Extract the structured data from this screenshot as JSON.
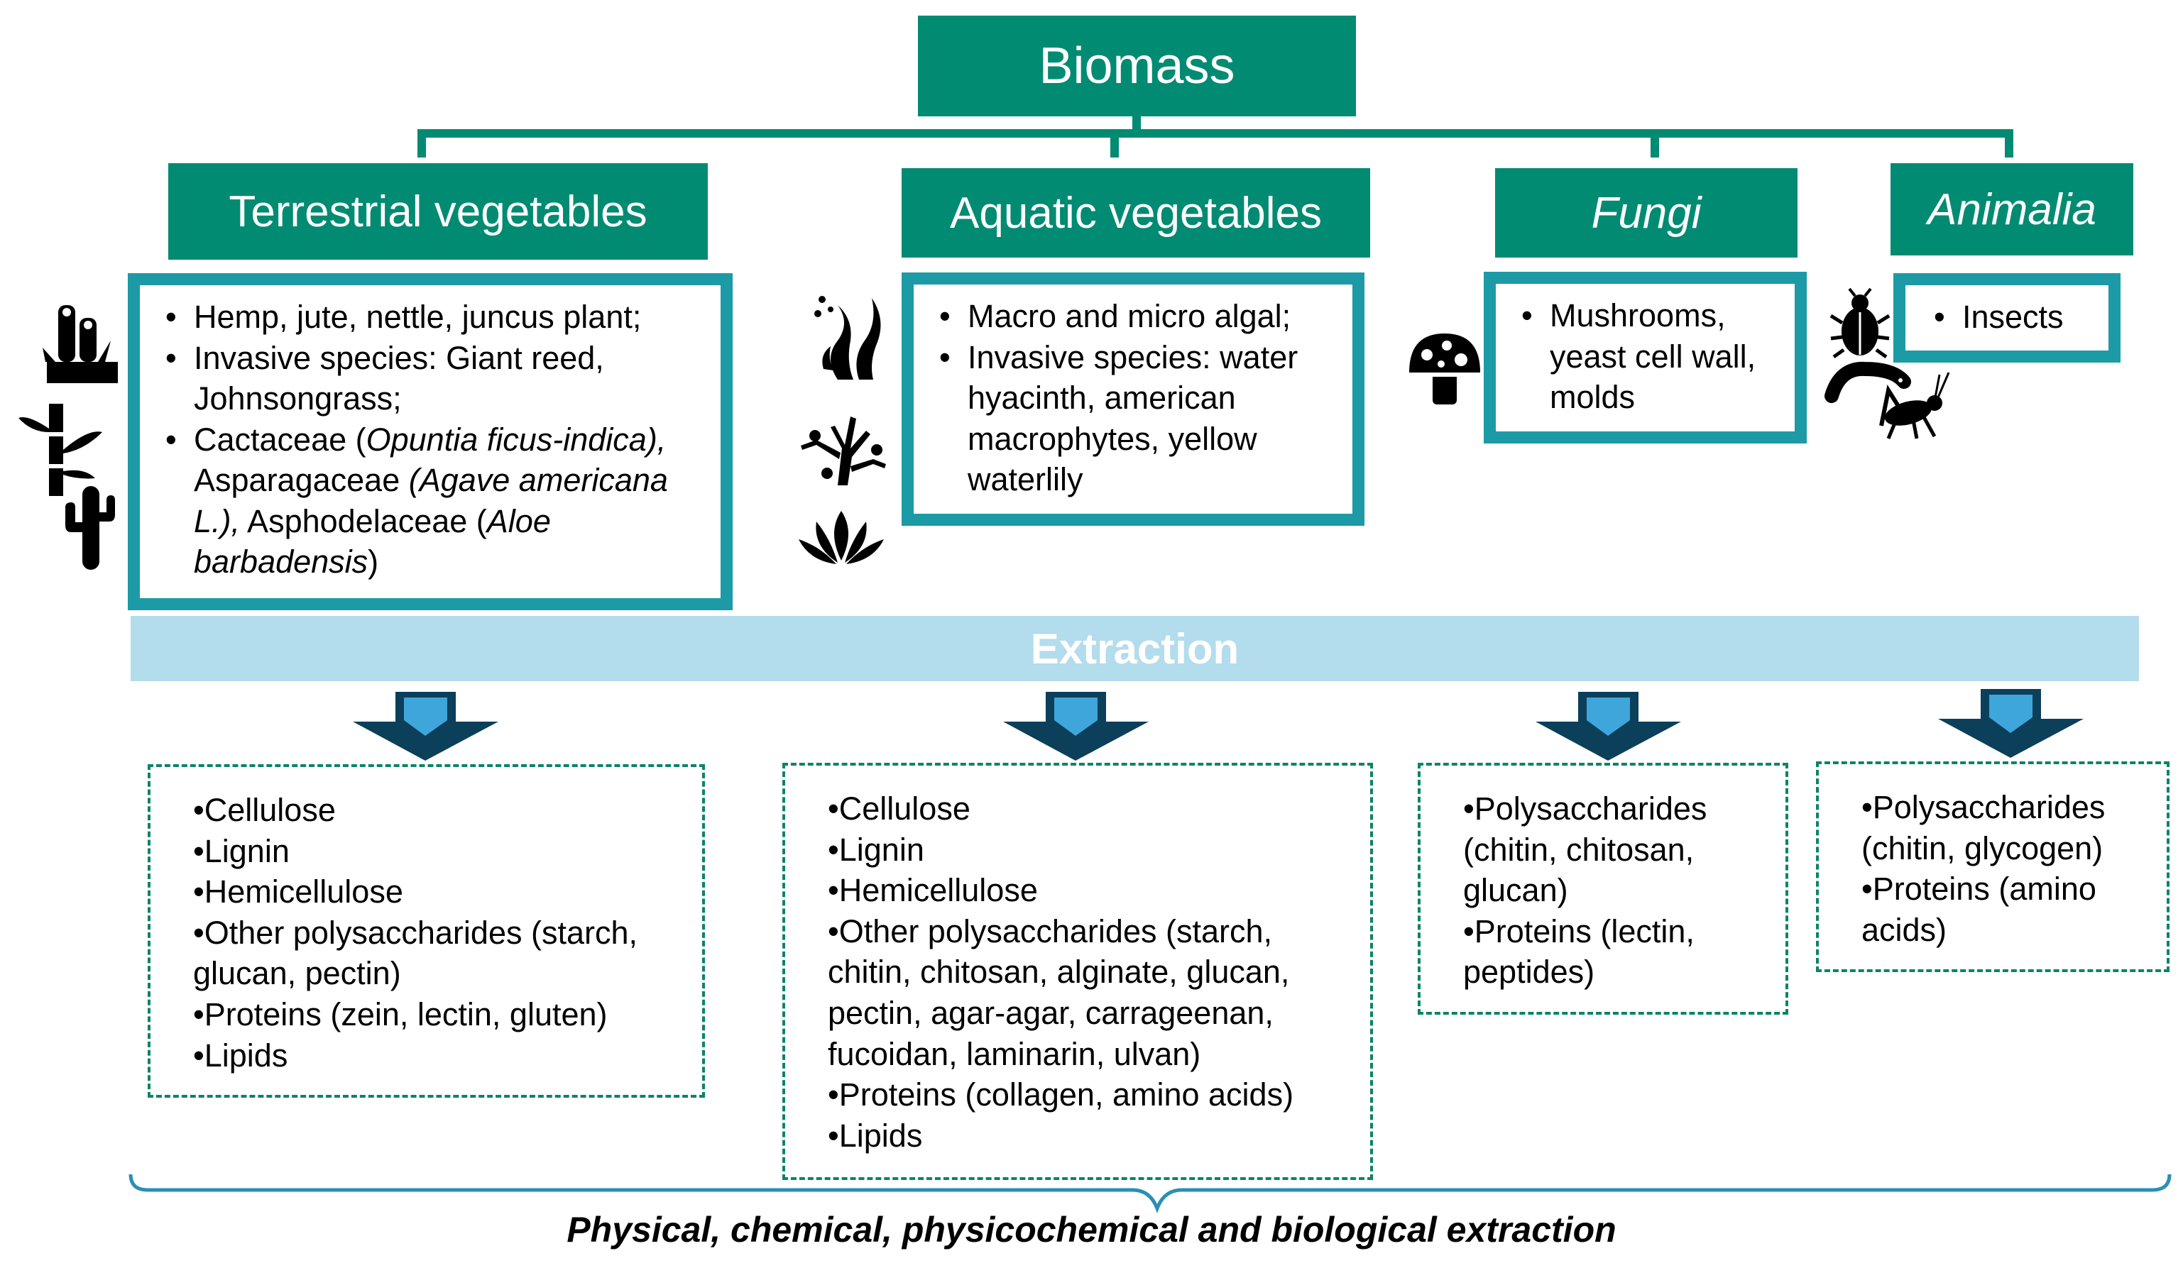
{
  "root": {
    "label": "Biomass"
  },
  "categories": [
    {
      "label": "Terrestrial vegetables",
      "italic": false
    },
    {
      "label": "Aquatic vegetables",
      "italic": false
    },
    {
      "label": "Fungi",
      "italic": true
    },
    {
      "label": "Animalia",
      "italic": true
    }
  ],
  "sources": {
    "terrestrial": {
      "item1": "Hemp, jute, nettle, juncus plant;",
      "item2": "Invasive species: Giant reed, Johnsongrass;",
      "item3_a": "Cactaceae (",
      "item3_b": "Opuntia ficus-indica),",
      "item3_c": " Asparagaceae ",
      "item3_d": "(Agave americana L.),",
      "item3_e": " Asphodelaceae (",
      "item3_f": "Aloe barbadensis",
      "item3_g": ")"
    },
    "aquatic": {
      "item1": "Macro and micro algal;",
      "item2": "Invasive species: water hyacinth, american macrophytes, yellow waterlily"
    },
    "fungi": {
      "item1": "Mushrooms, yeast cell wall, molds"
    },
    "animalia": {
      "item1": "Insects"
    }
  },
  "extraction": {
    "label": "Extraction"
  },
  "products": {
    "terrestrial": [
      "•Cellulose",
      "•Lignin",
      "•Hemicellulose",
      "•Other polysaccharides (starch, glucan, pectin)",
      "•Proteins (zein, lectin, gluten)",
      "•Lipids"
    ],
    "aquatic": [
      "•Cellulose",
      "•Lignin",
      "•Hemicellulose",
      "•Other polysaccharides (starch, chitin, chitosan, alginate, glucan, pectin, agar-agar, carrageenan, fucoidan, laminarin, ulvan)",
      "•Proteins (collagen, amino acids)",
      "•Lipids"
    ],
    "fungi": [
      "•Polysaccharides (chitin, chitosan, glucan)",
      "•Proteins (lectin, peptides)"
    ],
    "animalia": [
      "•Polysaccharides (chitin, glycogen)",
      "•Proteins (amino acids)"
    ]
  },
  "footer": {
    "label": "Physical, chemical, physicochemical and biological extraction"
  },
  "colors": {
    "header_green": "#008b72",
    "source_border": "#1c9aa6",
    "extraction_band": "#b3dcec",
    "arrow_dark": "#0b3f5a",
    "arrow_light": "#3ea6da",
    "dashed_border": "#0b8466"
  },
  "icons": [
    "plant-pot-icon",
    "bamboo-icon",
    "cactus-icon",
    "seaweed-icon",
    "coral-icon",
    "lotus-icon",
    "mushroom-icon",
    "beetle-icon",
    "worm-icon",
    "cricket-icon",
    "arrow-down-icon"
  ]
}
